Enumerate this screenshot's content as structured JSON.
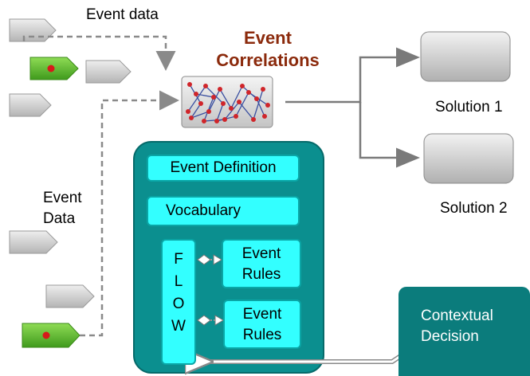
{
  "labels": {
    "event_data_top": "Event data",
    "event_data_left_1": "Event",
    "event_data_left_2": "Data",
    "correlations_1": "Event",
    "correlations_2": "Correlations",
    "solution_1": "Solution 1",
    "solution_2": "Solution 2"
  },
  "engine": {
    "event_definition": "Event Definition",
    "vocabulary": "Vocabulary",
    "flow_letters": [
      "F",
      "L",
      "O",
      "W"
    ],
    "rules_1_line1": "Event",
    "rules_1_line2": "Rules",
    "rules_2_line1": "Event",
    "rules_2_line2": "Rules"
  },
  "context": {
    "line1": "Contextual",
    "line2": "Decision"
  },
  "colors": {
    "title": "#8b2a0c",
    "engine_panel": "#0b8f8f",
    "boxes": "#33ffff",
    "context_box": "#0b7c7c",
    "event_tag_gray": "#c8c8c8",
    "event_tag_green": "#5cb82a",
    "event_tag_dot": "#d61a1a",
    "connector": "#8a8a8a"
  }
}
